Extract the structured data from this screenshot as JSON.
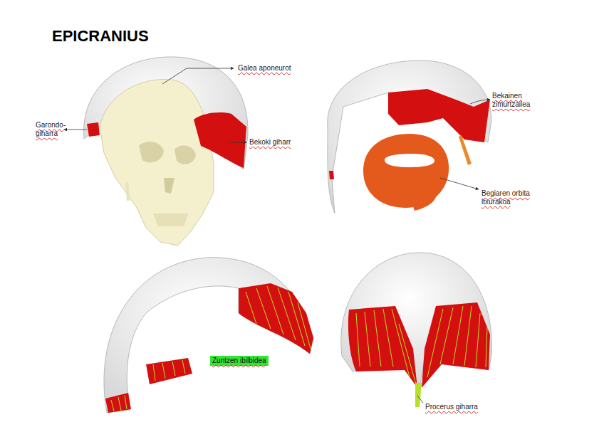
{
  "diagram": {
    "title": "EPICRANIUS",
    "nodes": [
      {
        "text": [
          "Zuntzen ibilbidea"
        ]
      }
    ],
    "labels": [
      "Galea aponeurot",
      "Garondo- giharra",
      "Bekoki giharr",
      "Bekainen zimurtzailea",
      "Begiaren orbita itxurakoa",
      "Procerus giharra"
    ]
  }
}
